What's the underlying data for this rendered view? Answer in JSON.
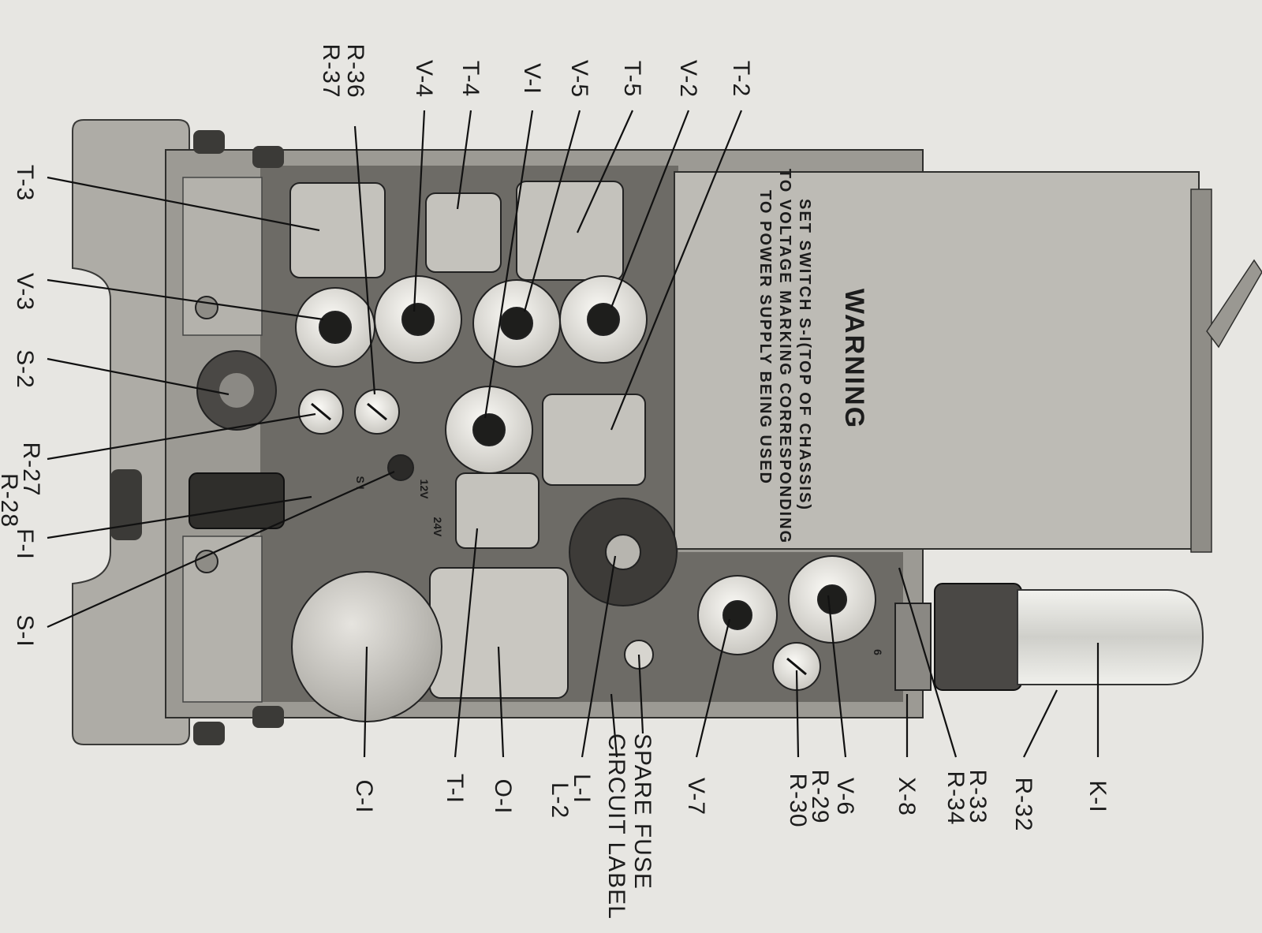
{
  "warning": {
    "title": "WARNING",
    "line1": "SET SWITCH S-I(TOP OF CHASSIS)",
    "line2": "TO VOLTAGE MARKING CORRESPONDING",
    "line3": "TO POWER SUPPLY BEING USED"
  },
  "panel_marks": {
    "switch_label": "S I",
    "v12": "12V",
    "v24": "24V",
    "tube": "6"
  },
  "labels": {
    "top": {
      "r36": "R-36",
      "r37": "R-37",
      "v4": "V-4",
      "t4": "T-4",
      "v1": "V-I",
      "v5": "V-5",
      "t5": "T-5",
      "v2": "V-2",
      "t2": "T-2"
    },
    "left": {
      "t3": "T-3",
      "v3": "V-3",
      "s2": "S-2",
      "r27": "R-27",
      "r28": "R-28",
      "f1": "F-I",
      "s1": "S-I"
    },
    "bottom": {
      "c1": "C-I",
      "t1": "T-I",
      "o1": "O-I",
      "l1": "L-I",
      "l2": "L-2",
      "circuit_label": "CIRCUIT LABEL",
      "spare_fuse": "SPARE FUSE",
      "v7": "V-7",
      "r29": "R-29",
      "r30": "R-30",
      "v6": "V-6",
      "x8": "X-8",
      "r33": "R-33",
      "r34": "R-34",
      "r32": "R-32",
      "k1": "K-I"
    }
  }
}
